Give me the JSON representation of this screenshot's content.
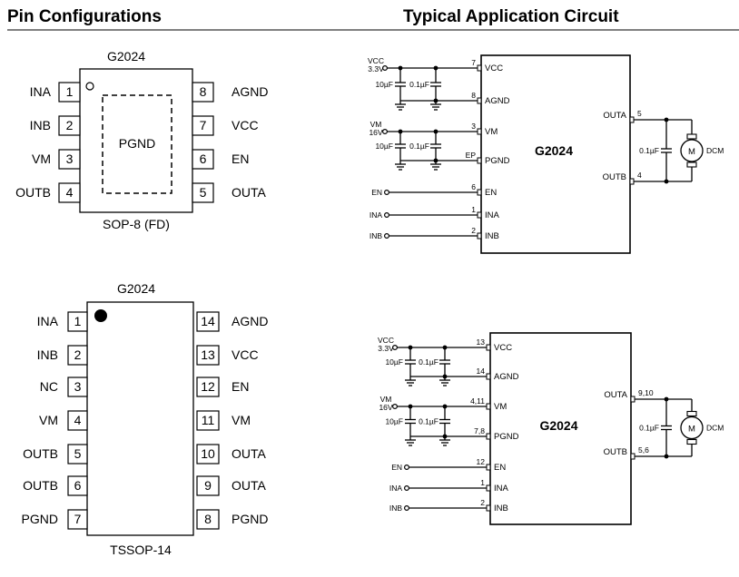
{
  "titles": {
    "pin_configurations": "Pin Configurations",
    "typical_application": "Typical Application Circuit"
  },
  "sop8": {
    "part": "G2024",
    "package": "SOP-8 (FD)",
    "pad_label": "PGND",
    "left_pins": [
      {
        "num": "1",
        "name": "INA"
      },
      {
        "num": "2",
        "name": "INB"
      },
      {
        "num": "3",
        "name": "VM"
      },
      {
        "num": "4",
        "name": "OUTB"
      }
    ],
    "right_pins": [
      {
        "num": "8",
        "name": "AGND"
      },
      {
        "num": "7",
        "name": "VCC"
      },
      {
        "num": "6",
        "name": "EN"
      },
      {
        "num": "5",
        "name": "OUTA"
      }
    ]
  },
  "tssop14": {
    "part": "G2024",
    "package": "TSSOP-14",
    "left_pins": [
      {
        "num": "1",
        "name": "INA"
      },
      {
        "num": "2",
        "name": "INB"
      },
      {
        "num": "3",
        "name": "NC"
      },
      {
        "num": "4",
        "name": "VM"
      },
      {
        "num": "5",
        "name": "OUTB"
      },
      {
        "num": "6",
        "name": "OUTB"
      },
      {
        "num": "7",
        "name": "PGND"
      }
    ],
    "right_pins": [
      {
        "num": "14",
        "name": "AGND"
      },
      {
        "num": "13",
        "name": "VCC"
      },
      {
        "num": "12",
        "name": "EN"
      },
      {
        "num": "11",
        "name": "VM"
      },
      {
        "num": "10",
        "name": "OUTA"
      },
      {
        "num": "9",
        "name": "OUTA"
      },
      {
        "num": "8",
        "name": "PGND"
      }
    ]
  },
  "circuit_top": {
    "chip": "G2024",
    "vcc_label": "VCC",
    "vcc_value": "3.3V",
    "vm_label": "VM",
    "vm_value": "16V",
    "cap_big": "10µF",
    "cap_small": "0.1µF",
    "en_label": "EN",
    "ina_label": "INA",
    "inb_label": "INB",
    "pins": [
      {
        "num": "7",
        "name": "VCC"
      },
      {
        "num": "8",
        "name": "AGND"
      },
      {
        "num": "3",
        "name": "VM"
      },
      {
        "num": "EP",
        "name": "PGND"
      },
      {
        "num": "6",
        "name": "EN"
      },
      {
        "num": "1",
        "name": "INA"
      },
      {
        "num": "2",
        "name": "INB"
      }
    ],
    "outa_label": "OUTA",
    "outa_num": "5",
    "outb_label": "OUTB",
    "outb_num": "4",
    "motor_cap": "0.1µF",
    "motor_symbol": "M",
    "motor_label": "DCM"
  },
  "circuit_bottom": {
    "chip": "G2024",
    "vcc_label": "VCC",
    "vcc_value": "3.3V",
    "vm_label": "VM",
    "vm_value": "16V",
    "cap_big": "10µF",
    "cap_small": "0.1µF",
    "en_label": "EN",
    "ina_label": "INA",
    "inb_label": "INB",
    "pins": [
      {
        "num": "13",
        "name": "VCC"
      },
      {
        "num": "14",
        "name": "AGND"
      },
      {
        "num": "4,11",
        "name": "VM"
      },
      {
        "num": "7,8",
        "name": "PGND"
      },
      {
        "num": "12",
        "name": "EN"
      },
      {
        "num": "1",
        "name": "INA"
      },
      {
        "num": "2",
        "name": "INB"
      }
    ],
    "outa_label": "OUTA",
    "outa_num": "9,10",
    "outb_label": "OUTB",
    "outb_num": "5,6",
    "motor_cap": "0.1µF",
    "motor_symbol": "M",
    "motor_label": "DCM"
  }
}
